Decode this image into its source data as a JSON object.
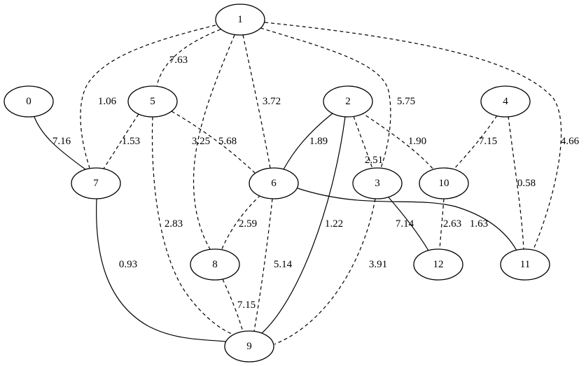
{
  "graph": {
    "nodes": [
      {
        "id": "0",
        "label": "0"
      },
      {
        "id": "1",
        "label": "1"
      },
      {
        "id": "2",
        "label": "2"
      },
      {
        "id": "3",
        "label": "3"
      },
      {
        "id": "4",
        "label": "4"
      },
      {
        "id": "5",
        "label": "5"
      },
      {
        "id": "6",
        "label": "6"
      },
      {
        "id": "7",
        "label": "7"
      },
      {
        "id": "8",
        "label": "8"
      },
      {
        "id": "9",
        "label": "9"
      },
      {
        "id": "10",
        "label": "10"
      },
      {
        "id": "11",
        "label": "11"
      },
      {
        "id": "12",
        "label": "12"
      }
    ],
    "edges": [
      {
        "from": "1",
        "to": "5",
        "label": "7.63",
        "style": "dashed"
      },
      {
        "from": "1",
        "to": "7",
        "label": "1.06",
        "style": "dashed"
      },
      {
        "from": "1",
        "to": "8",
        "label": "3.25",
        "style": "dashed"
      },
      {
        "from": "1",
        "to": "6",
        "label": "3.72",
        "style": "dashed"
      },
      {
        "from": "1",
        "to": "3",
        "label": "5.75",
        "style": "dashed"
      },
      {
        "from": "1",
        "to": "11",
        "label": "4.66",
        "style": "dashed"
      },
      {
        "from": "0",
        "to": "7",
        "label": "7.16",
        "style": "solid"
      },
      {
        "from": "5",
        "to": "7",
        "label": "1.53",
        "style": "dashed"
      },
      {
        "from": "5",
        "to": "6",
        "label": "5.68",
        "style": "dashed"
      },
      {
        "from": "5",
        "to": "9",
        "label": "2.83",
        "style": "dashed"
      },
      {
        "from": "2",
        "to": "6",
        "label": "1.89",
        "style": "solid"
      },
      {
        "from": "2",
        "to": "3",
        "label": "2.51",
        "style": "dashed"
      },
      {
        "from": "2",
        "to": "10",
        "label": "1.90",
        "style": "dashed"
      },
      {
        "from": "2",
        "to": "9",
        "label": "1.22",
        "style": "solid"
      },
      {
        "from": "4",
        "to": "10",
        "label": "7.15",
        "style": "dashed"
      },
      {
        "from": "4",
        "to": "11",
        "label": "0.58",
        "style": "dashed"
      },
      {
        "from": "6",
        "to": "8",
        "label": "2.59",
        "style": "dashed"
      },
      {
        "from": "6",
        "to": "9",
        "label": "5.14",
        "style": "dashed"
      },
      {
        "from": "6",
        "to": "11",
        "label": "1.63",
        "style": "solid"
      },
      {
        "from": "3",
        "to": "12",
        "label": "7.14",
        "style": "solid"
      },
      {
        "from": "3",
        "to": "9",
        "label": "3.91",
        "style": "dashed"
      },
      {
        "from": "10",
        "to": "12",
        "label": "2.63",
        "style": "dashed"
      },
      {
        "from": "7",
        "to": "9",
        "label": "0.93",
        "style": "solid"
      },
      {
        "from": "8",
        "to": "9",
        "label": "7.15",
        "style": "dashed"
      }
    ]
  }
}
